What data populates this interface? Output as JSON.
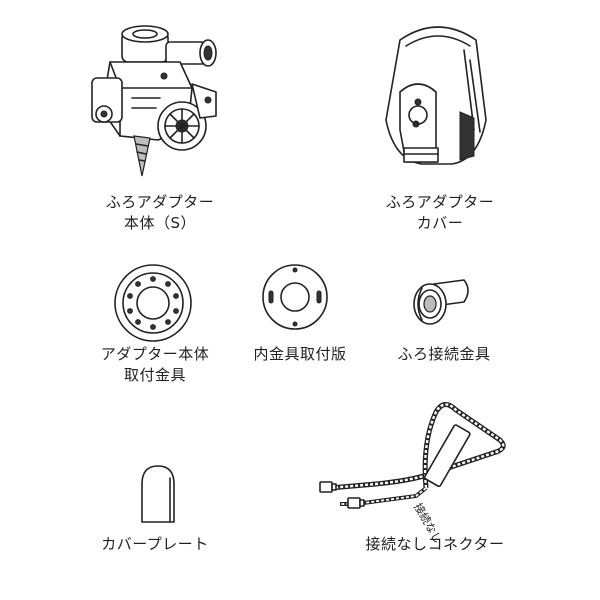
{
  "parts": [
    {
      "id": "adapter-body",
      "label_lines": [
        "ふろアダプター",
        "本体（S）"
      ]
    },
    {
      "id": "adapter-cover",
      "label_lines": [
        "ふろアダプター",
        "カバー"
      ]
    },
    {
      "id": "mounting-bracket",
      "label_lines": [
        "アダプター本体",
        "取付金具"
      ]
    },
    {
      "id": "inner-plate",
      "label_lines": [
        "内金具取付版"
      ]
    },
    {
      "id": "bath-fitting",
      "label_lines": [
        "ふろ接続金具"
      ]
    },
    {
      "id": "cover-plate",
      "label_lines": [
        "カバープレート"
      ]
    },
    {
      "id": "connector",
      "label_lines": [
        "接続なしコネクター"
      ]
    }
  ],
  "connector_tag_text": "接続なし"
}
